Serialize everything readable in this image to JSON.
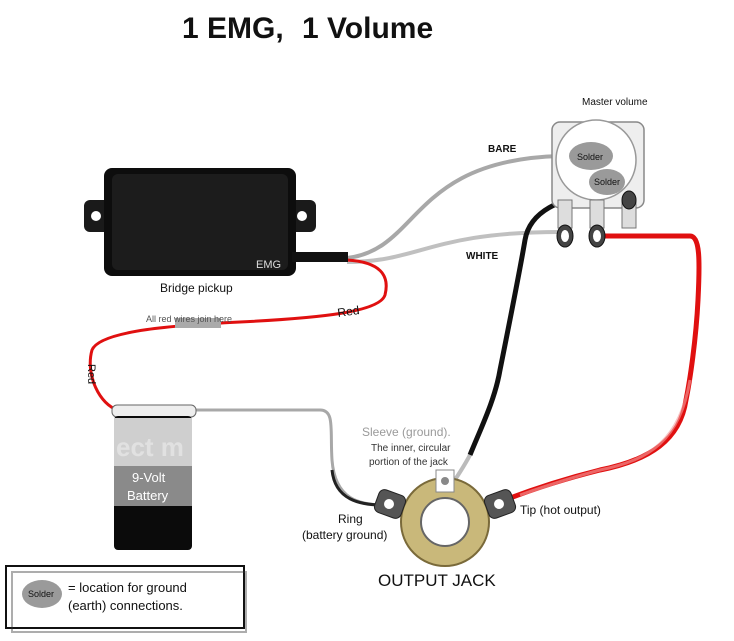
{
  "title": {
    "part1": "1 EMG,",
    "part2": "1 Volume"
  },
  "pickup": {
    "brand": "EMG",
    "label": "Bridge pickup"
  },
  "pot": {
    "label": "Master volume",
    "solder_top": "Solder",
    "solder_mid": "Solder"
  },
  "wires": {
    "bare": "BARE",
    "white": "WHITE",
    "red_top": "Red",
    "red_left": "Red",
    "join_note": "All red wires join here"
  },
  "battery": {
    "watermark": "ect m",
    "line1": "9-Volt",
    "line2": "Battery"
  },
  "jack": {
    "sleeve_line1": "Sleeve (ground).",
    "sleeve_line2": "The inner, circular",
    "sleeve_line3": "portion of the jack",
    "ring_line1": "Ring",
    "ring_line2": "(battery ground)",
    "tip": "Tip (hot output)",
    "label": "OUTPUT JACK"
  },
  "legend": {
    "solder": "Solder",
    "line1": "= location for ground",
    "line2": "(earth) connections."
  },
  "colors": {
    "red_wire": "#e01010",
    "black_wire": "#111111",
    "gray_wire": "#a8a8a8",
    "jack_ring": "#c9b87a",
    "solder": "#9a9a9a"
  }
}
